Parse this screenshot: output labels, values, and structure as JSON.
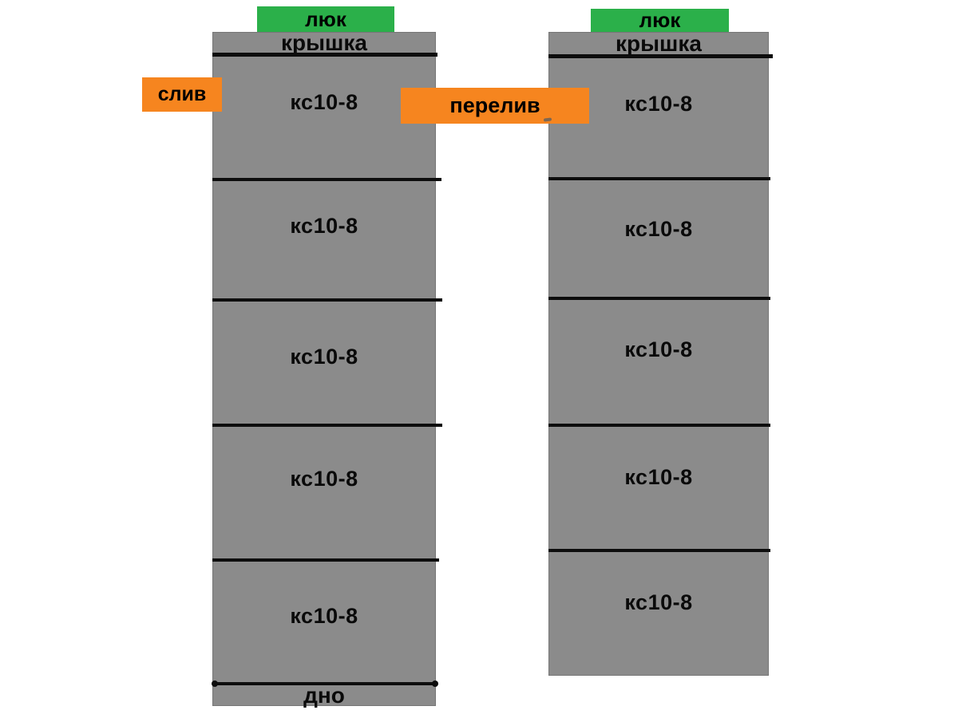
{
  "colors": {
    "ring_gray": "#8b8b8b",
    "ring_border_gray": "#767676",
    "hatch_green": "#2bb04a",
    "pipe_orange": "#f6851f",
    "joint_black": "#0d0d0d"
  },
  "left_tank": {
    "hatch_label": "люк",
    "cover_label": "крышка",
    "rings": [
      "кс10-8",
      "кс10-8",
      "кс10-8",
      "кс10-8",
      "кс10-8"
    ],
    "bottom_label": "дно"
  },
  "right_tank": {
    "hatch_label": "люк",
    "cover_label": "крышка",
    "rings": [
      "кс10-8",
      "кс10-8",
      "кс10-8",
      "кс10-8",
      "кс10-8"
    ]
  },
  "pipes": {
    "drain_label": "слив",
    "overflow_label": "перелив"
  }
}
